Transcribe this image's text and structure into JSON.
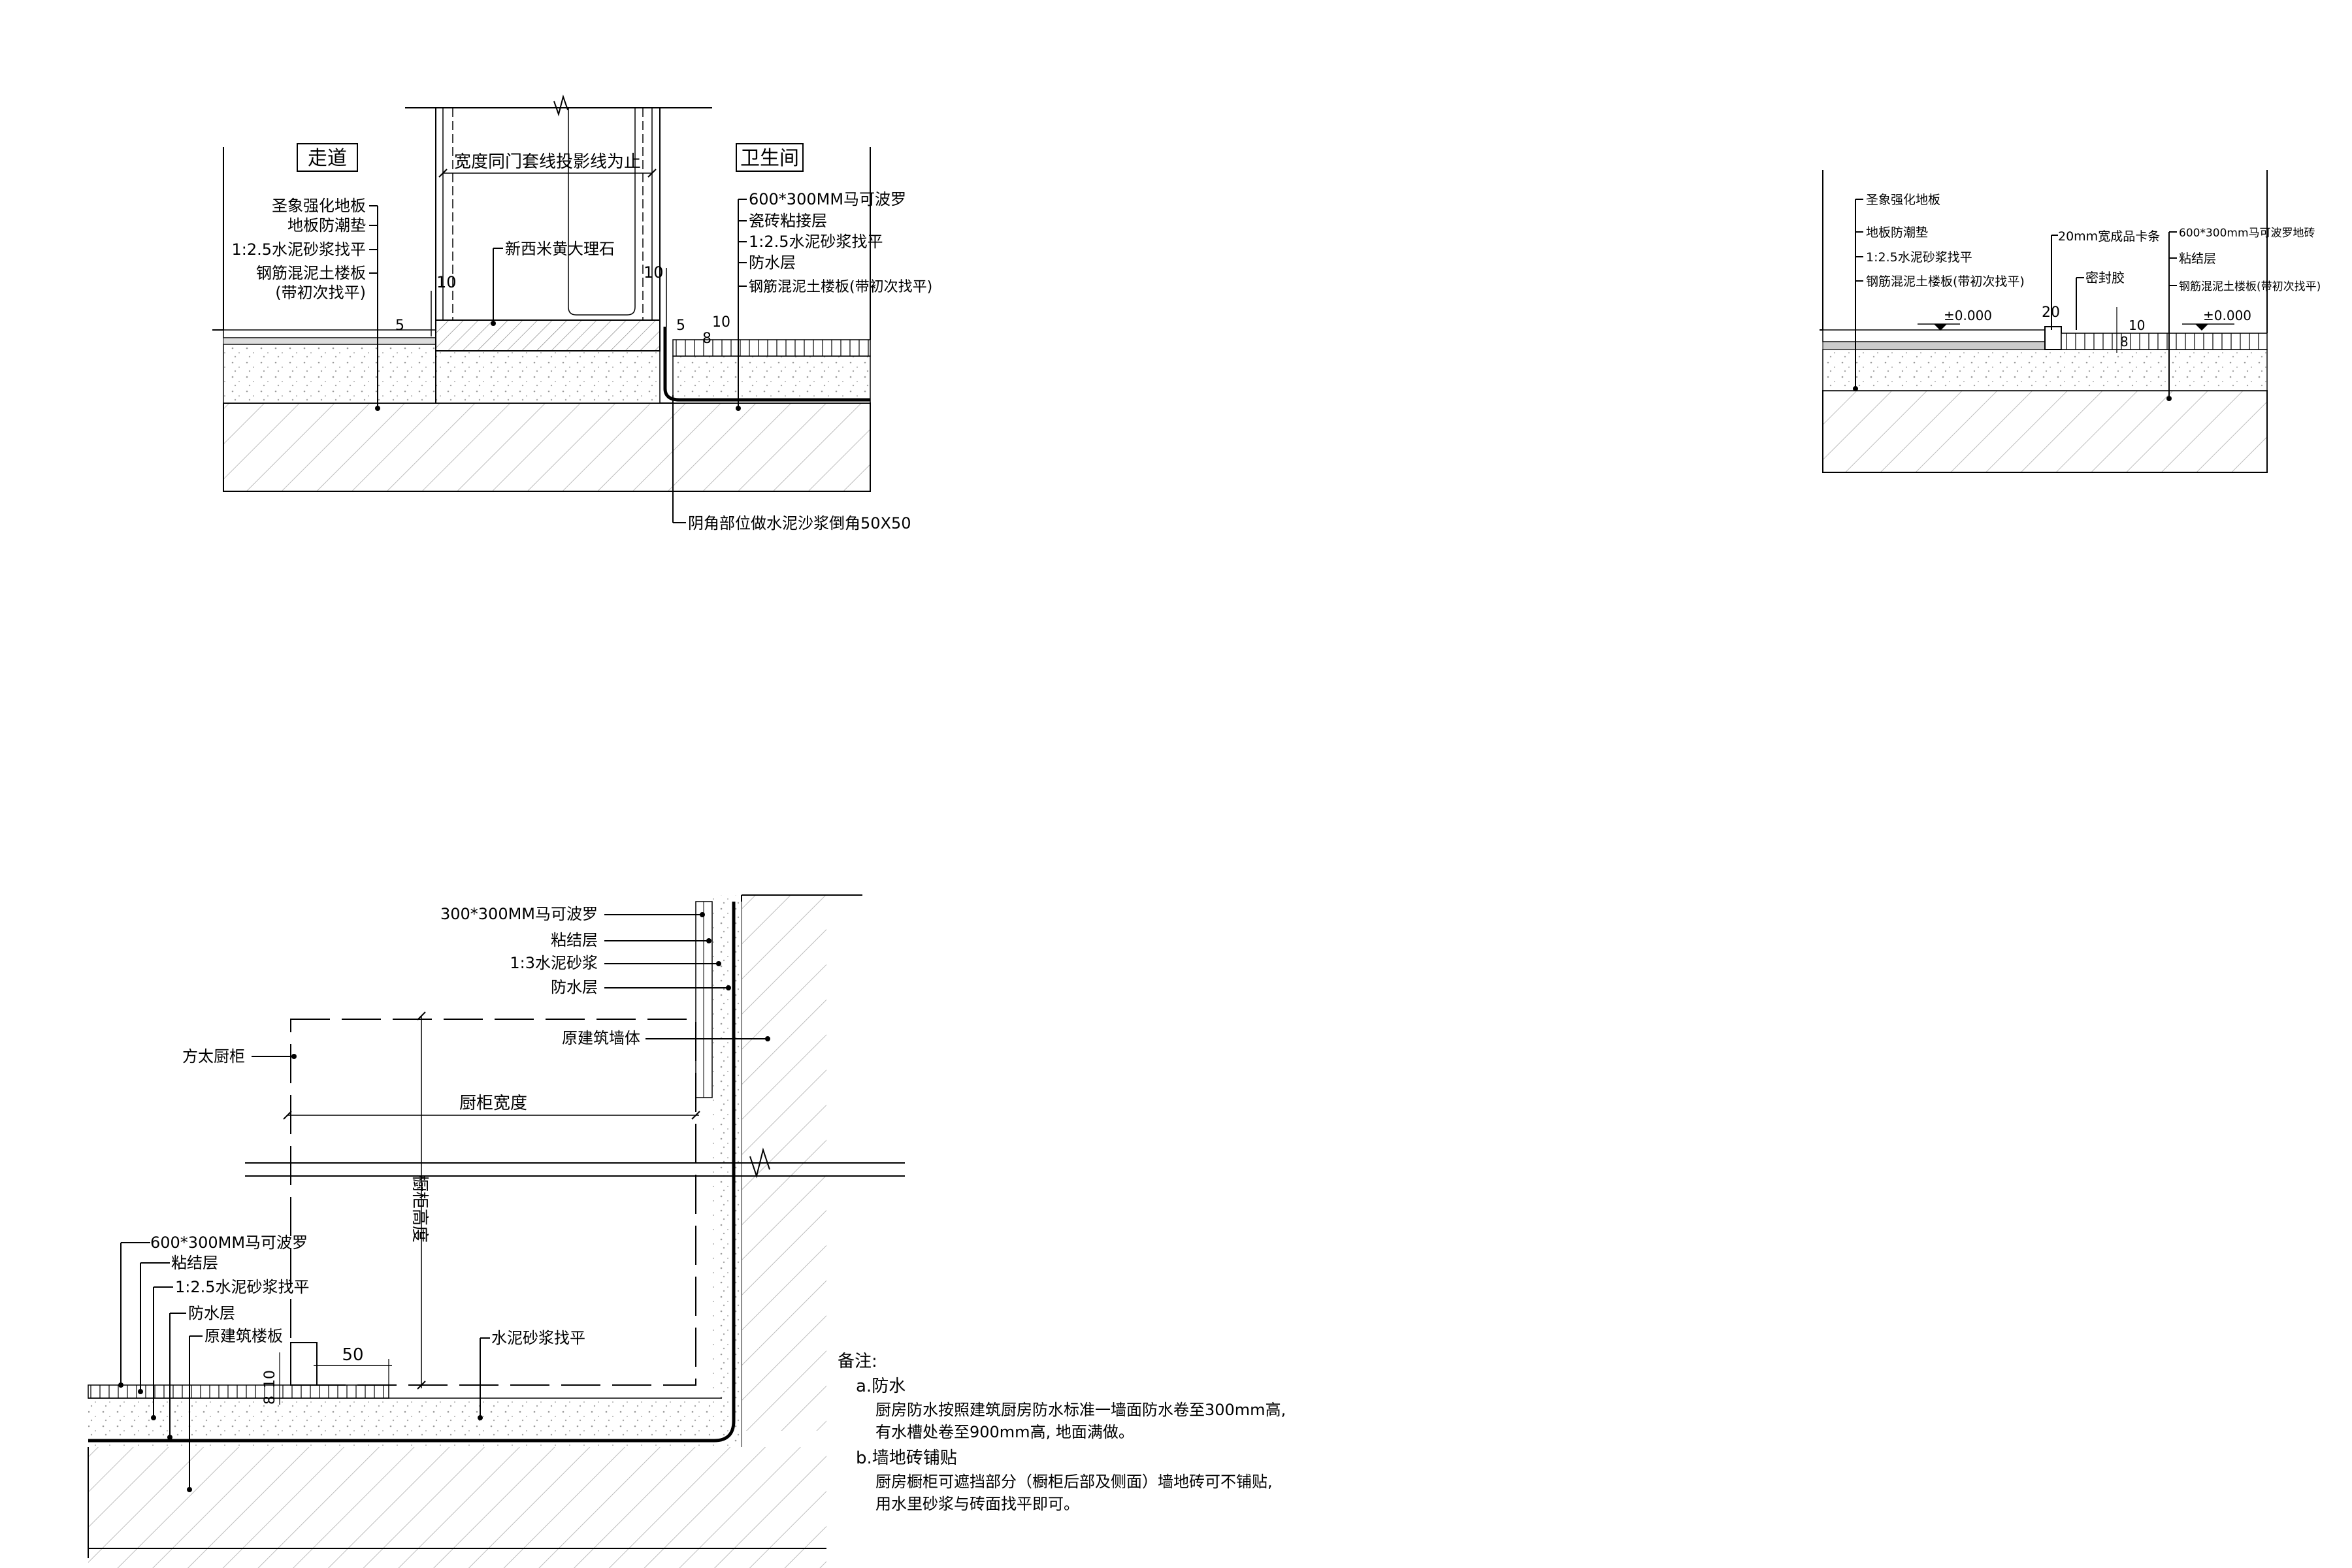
{
  "detail_1": {
    "corridor_title": "走道",
    "bathroom_title": "卫生间",
    "door_note": "宽度同门套线投影线为止",
    "corridor_layers": [
      "圣象强化地板",
      "地板防潮垫",
      "1:2.5水泥砂浆找平",
      "钢筋混泥土楼板",
      "(带初次找平)"
    ],
    "threshold_label": "新西米黄大理石",
    "bathroom_layers": [
      "600*300MM马可波罗",
      "瓷砖粘接层",
      "1:2.5水泥砂浆找平",
      "防水层",
      "钢筋混泥土楼板(带初次找平)"
    ],
    "dim_10a": "10",
    "dim_5a": "5",
    "dim_10b": "10",
    "dim_5b": "5",
    "dim_8b": "8",
    "dim_10c": "10",
    "corner_note": "阴角部位做水泥沙浆倒角50X50"
  },
  "detail_2": {
    "left_layers": [
      "圣象强化地板",
      "地板防潮垫",
      "1:2.5水泥砂浆找平",
      "钢筋混泥土楼板(带初次找平)"
    ],
    "strip_label": "20mm宽成品卡条",
    "sealant_label": "密封胶",
    "right_layers": [
      "600*300mm马可波罗地砖",
      "粘结层",
      "钢筋混泥土楼板(带初次找平)"
    ],
    "level_left": "±0.000",
    "level_right": "±0.000",
    "dim_20": "20",
    "dim_8": "8",
    "dim_10": "10"
  },
  "detail_3": {
    "wall_layers": [
      "300*300MM马可波罗",
      "粘结层",
      "1:3水泥砂浆",
      "防水层"
    ],
    "wall_label": "原建筑墙体",
    "cabinet_label": "方太厨柜",
    "width_label": "厨柜宽度",
    "height_label": "橱柜高度",
    "floor_layers": [
      "600*300MM马可波罗",
      "粘结层",
      "1:2.5水泥砂浆找平",
      "防水层",
      "原建筑楼板"
    ],
    "dim_50": "50",
    "dim_8": "8",
    "dim_10": "10",
    "screed_label": "水泥砂浆找平"
  },
  "notes": {
    "title": "备注:",
    "a_title": "a.防水",
    "a_lines": [
      "厨房防水按照建筑厨房防水标准一墙面防水卷至300mm高,",
      "有水槽处卷至900mm高, 地面满做。"
    ],
    "b_title": "b.墙地砖铺贴",
    "b_lines": [
      "厨房橱柜可遮挡部分（橱柜后部及侧面）墙地砖可不铺贴,",
      "用水里砂浆与砖面找平即可。"
    ]
  }
}
